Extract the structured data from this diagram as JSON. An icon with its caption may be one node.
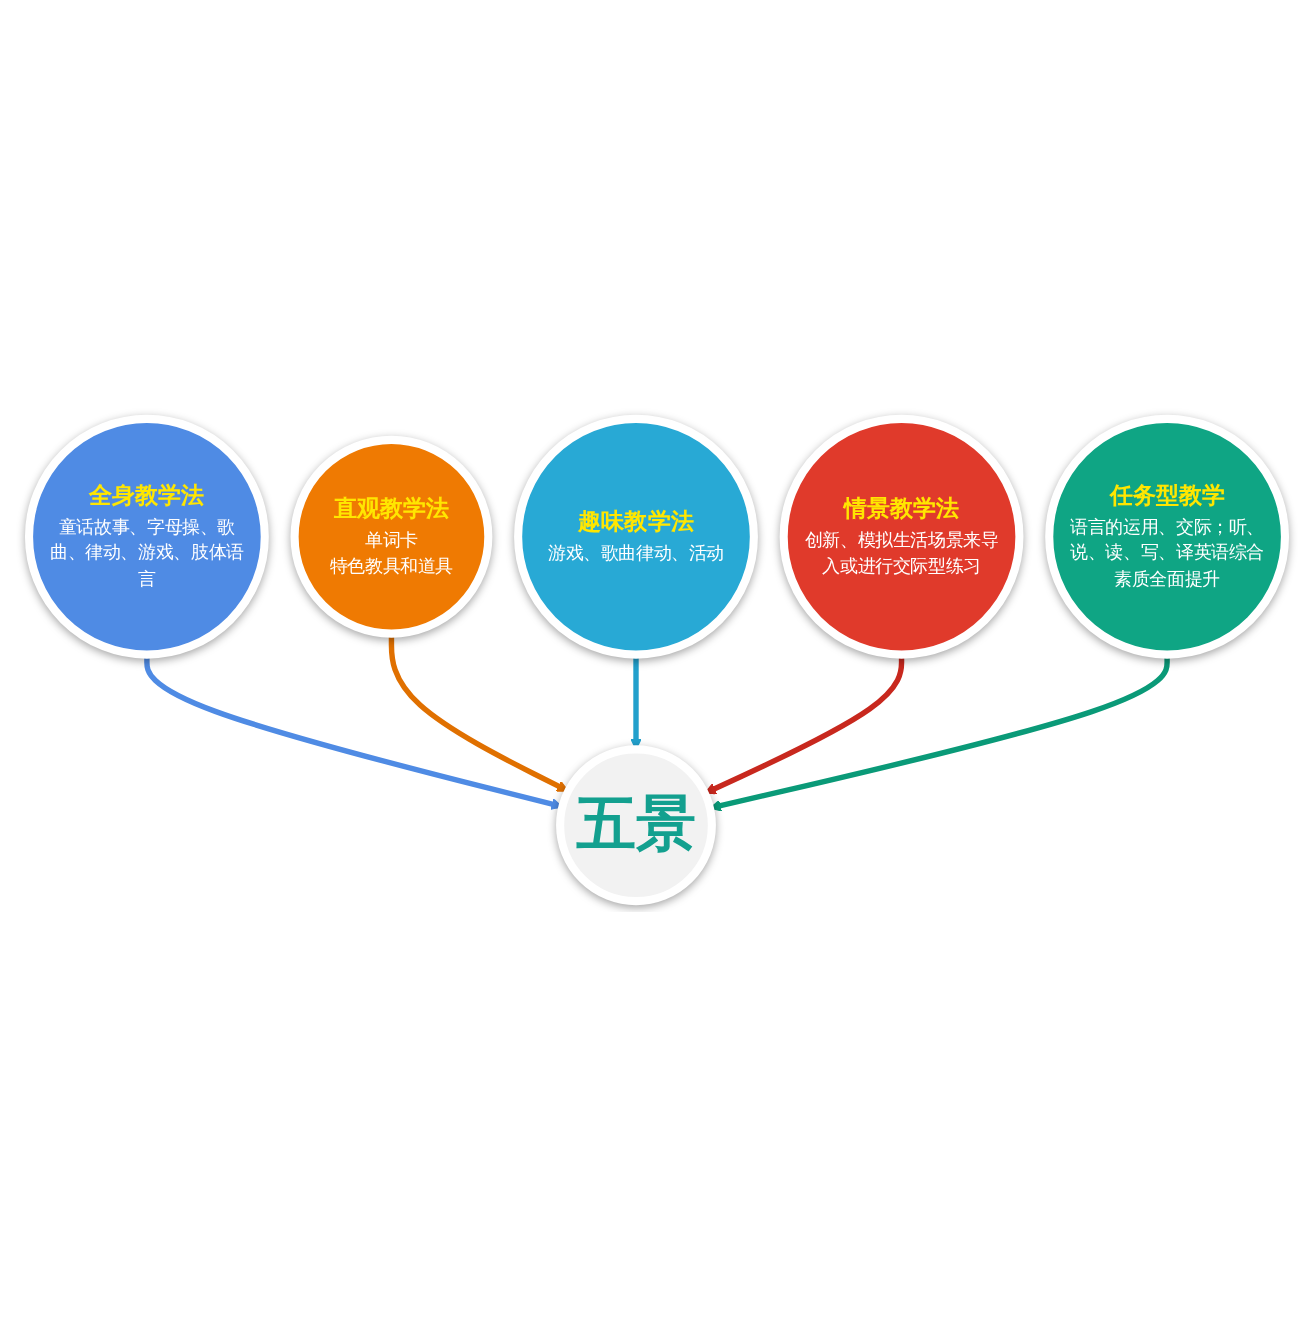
{
  "diagram": {
    "nodes": [
      {
        "text": [
          "全身教学法",
          "童话故事、字母操、歌曲、律动、游戏、肢体语言"
        ]
      },
      {
        "text": [
          "直观教学法",
          "单词卡",
          "特色教具和道具"
        ]
      },
      {
        "text": [
          "趣味教学法",
          "游戏、歌曲律动、活动"
        ]
      },
      {
        "text": [
          "五景"
        ]
      },
      {
        "text": [
          "情景教学法",
          "创新、模拟生活场景来导入或进行交际型练习"
        ]
      },
      {
        "text": [
          "任务型教学",
          "语言的运用、交际；听、说、读、写、译英语综合素质全面提升"
        ]
      }
    ],
    "edges": [
      {
        "from": 0,
        "to": 3,
        "arrow": "to",
        "color": "#4f8be4"
      },
      {
        "from": 1,
        "to": 3,
        "arrow": "to",
        "color": "#e07000"
      },
      {
        "from": 2,
        "to": 3,
        "arrow": "to",
        "color": "#22a0cc"
      },
      {
        "from": 4,
        "to": 3,
        "arrow": "to",
        "color": "#c8281e"
      },
      {
        "from": 5,
        "to": 3,
        "arrow": "to",
        "color": "#0a9a78"
      }
    ]
  }
}
